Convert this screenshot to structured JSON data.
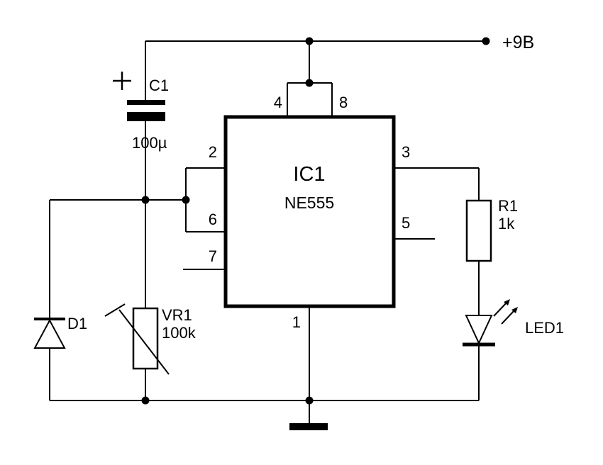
{
  "schematic": {
    "power_label": "+9B",
    "ic1": {
      "ref": "IC1",
      "part": "NE555",
      "pins": {
        "p1": "1",
        "p2": "2",
        "p3": "3",
        "p4": "4",
        "p5": "5",
        "p6": "6",
        "p7": "7",
        "p8": "8"
      }
    },
    "components": {
      "c1": {
        "ref": "C1",
        "value": "100µ"
      },
      "vr1": {
        "ref": "VR1",
        "value": "100k"
      },
      "d1": {
        "ref": "D1"
      },
      "r1": {
        "ref": "R1",
        "value": "1k"
      },
      "led1": {
        "ref": "LED1"
      }
    },
    "colors": {
      "wire": "#000000",
      "background": "#ffffff"
    }
  }
}
